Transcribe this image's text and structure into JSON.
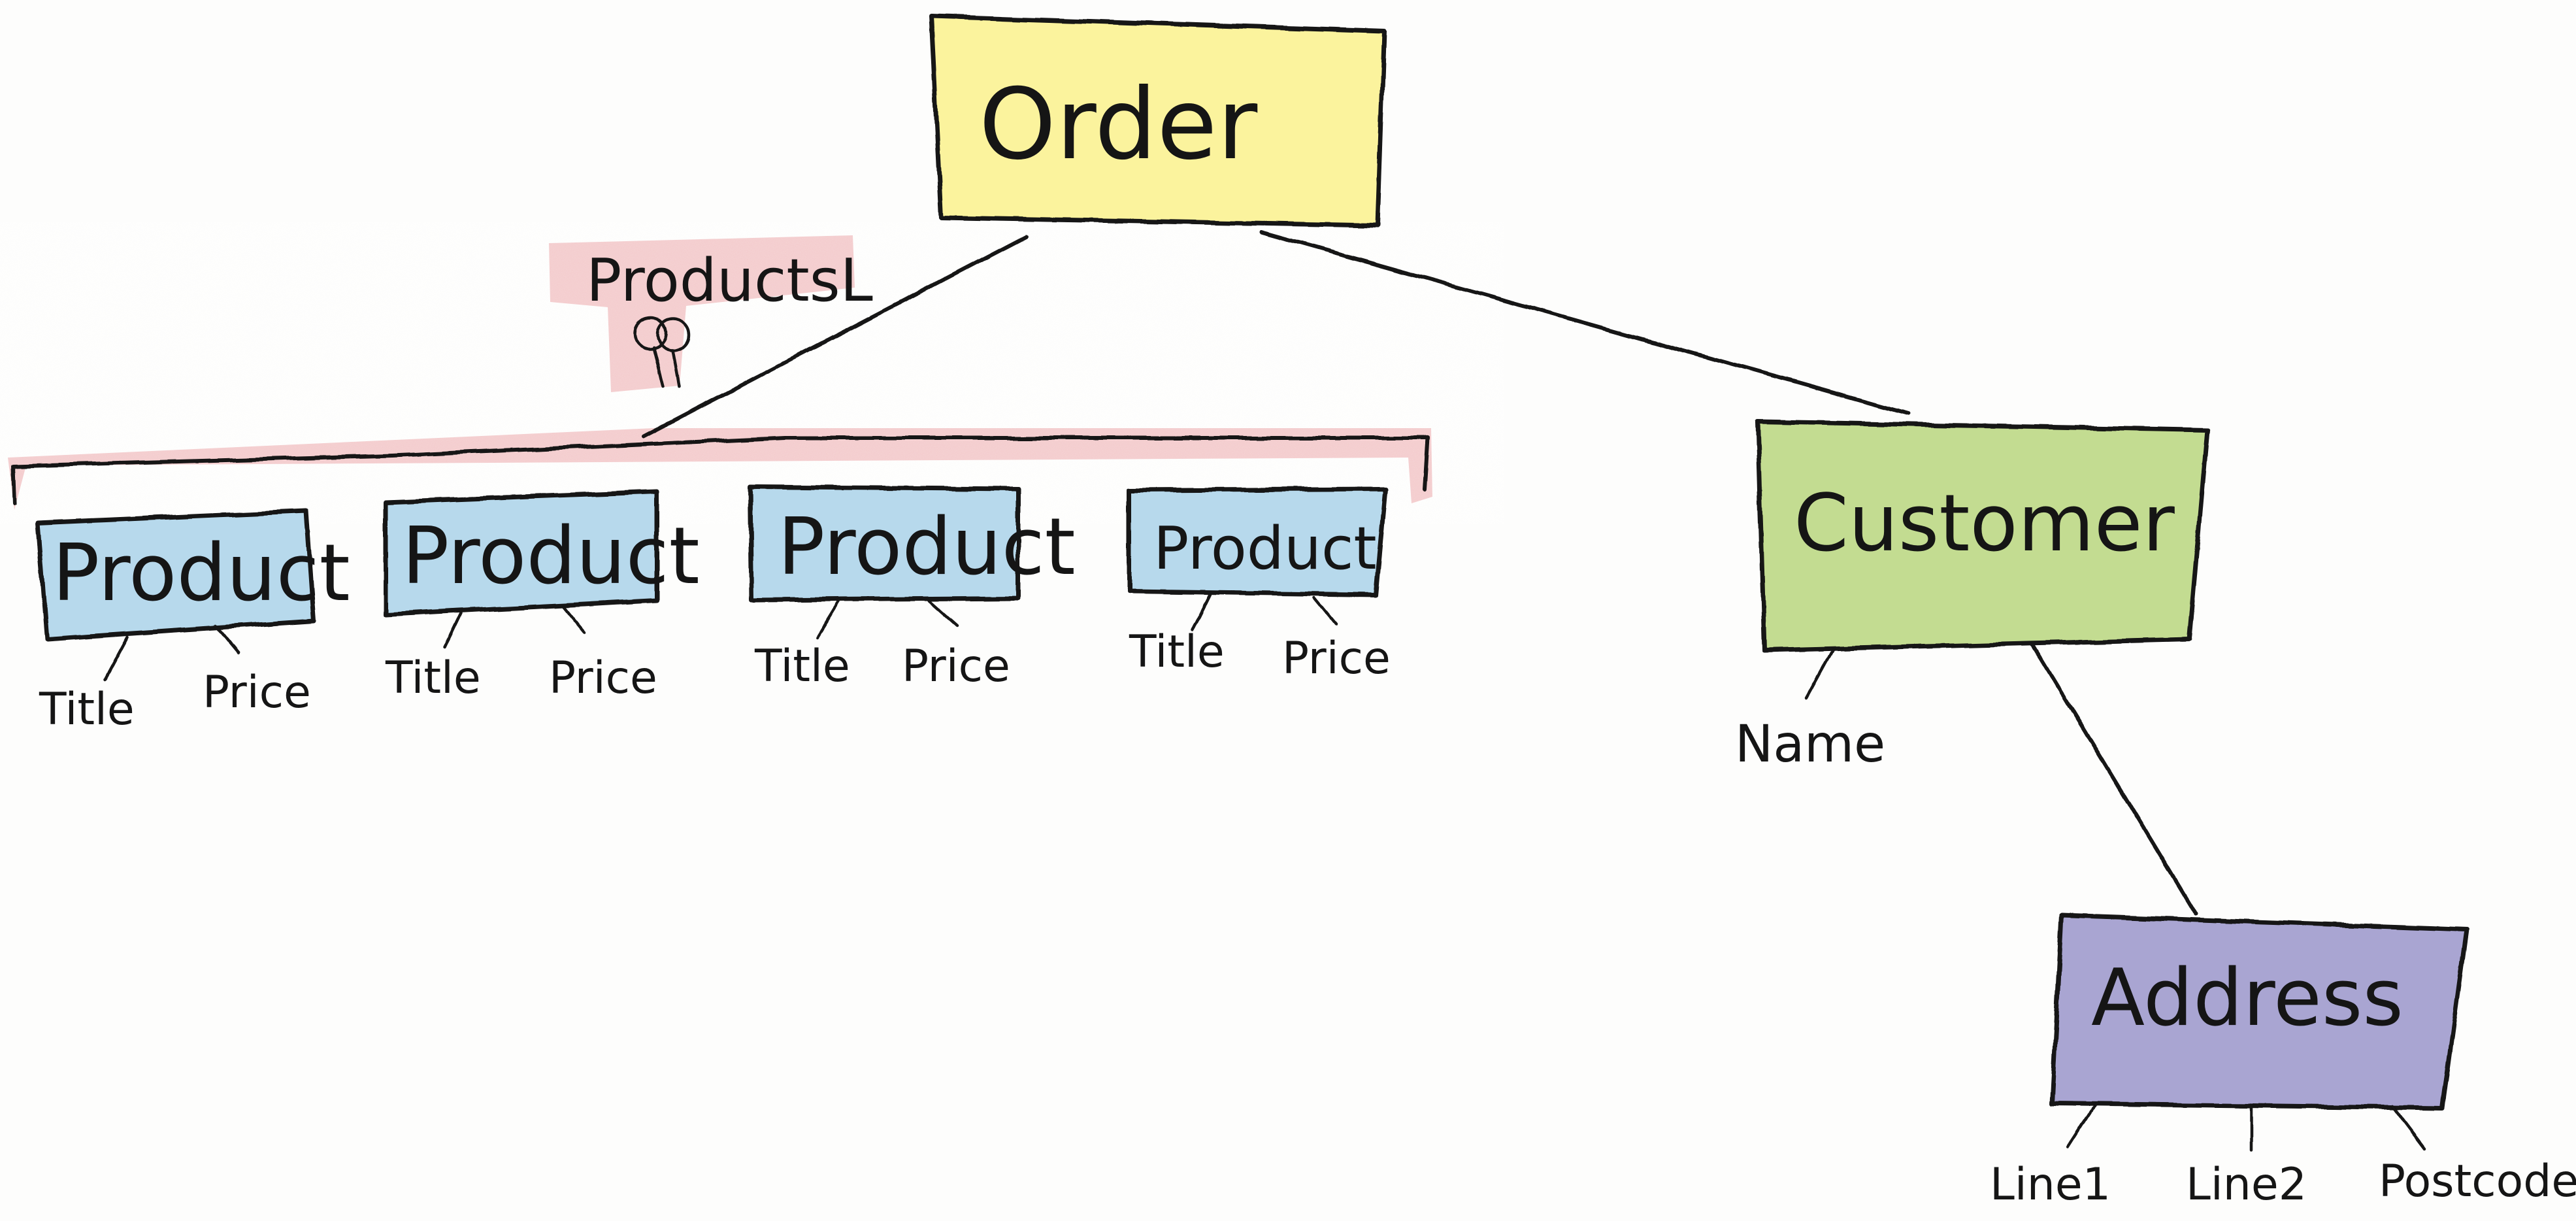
{
  "diagram": {
    "root": {
      "label": "Order",
      "color": "#fbf39d"
    },
    "products_list": {
      "label": "ProductsL",
      "highlight_color": "#e8888c",
      "icon": "key-icon"
    },
    "products": [
      {
        "label": "Product",
        "fields": [
          "Title",
          "Price"
        ],
        "color": "#b7d9ec"
      },
      {
        "label": "Product",
        "fields": [
          "Title",
          "Price"
        ],
        "color": "#b7d9ec"
      },
      {
        "label": "Product",
        "fields": [
          "Title",
          "Price"
        ],
        "color": "#b7d9ec"
      },
      {
        "label": "Product",
        "fields": [
          "Title",
          "Price"
        ],
        "color": "#b7d9ec"
      }
    ],
    "customer": {
      "label": "Customer",
      "color": "#c3dc91",
      "fields": [
        "Name"
      ]
    },
    "address": {
      "label": "Address",
      "color": "#a9a5d2",
      "fields": [
        "Line1",
        "Line2",
        "Postcode"
      ]
    }
  }
}
